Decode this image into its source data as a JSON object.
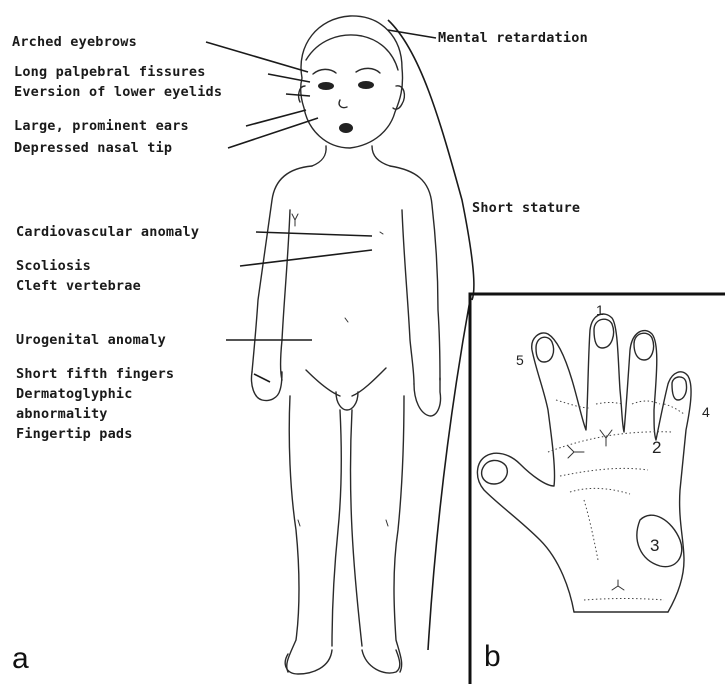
{
  "labels": {
    "arched_eyebrows": "Arched eyebrows",
    "long_palpebral": "Long palpebral fissures",
    "eversion": "Eversion of lower eyelids",
    "large_ears": "Large, prominent ears",
    "depressed_nasal": "Depressed nasal tip",
    "mental_retardation": "Mental retardation",
    "short_stature": "Short stature",
    "cardiovascular": "Cardiovascular anomaly",
    "scoliosis": "Scoliosis",
    "cleft_vertebrae": "Cleft vertebrae",
    "urogenital": "Urogenital anomaly",
    "short_fifth": "Short fifth fingers",
    "dermatoglyphic": "Dermatoglyphic",
    "abnormality": "abnormality",
    "fingertip_pads": "Fingertip pads"
  },
  "panels": {
    "a": "a",
    "b": "b"
  },
  "hand_numbers": {
    "n1": "1",
    "n2": "2",
    "n3": "3",
    "n4": "4",
    "n5": "5"
  },
  "colors": {
    "ink": "#1a1a1a",
    "background": "#ffffff"
  }
}
